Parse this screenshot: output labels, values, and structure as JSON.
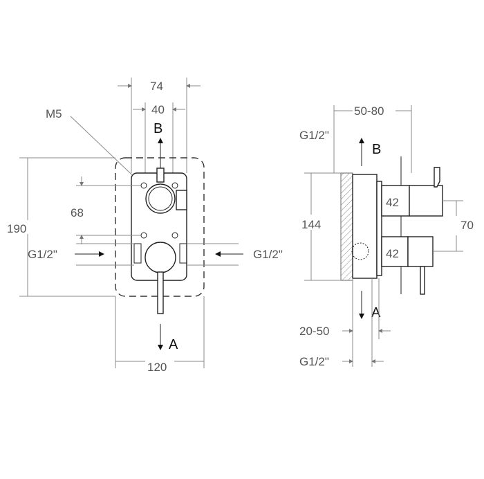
{
  "front_view": {
    "width_74": "74",
    "width_40": "40",
    "label_m5": "M5",
    "outlet_b": "B",
    "height_190": "190",
    "spacing_68": "68",
    "inlet_left": "G1/2\"",
    "inlet_right": "G1/2\"",
    "outlet_a": "A",
    "width_120": "120"
  },
  "side_view": {
    "depth_50_80": "50-80",
    "thread_top": "G1/2\"",
    "outlet_b": "B",
    "height_144": "144",
    "block_upper": "42",
    "block_lower": "42",
    "spacing_70": "70",
    "outlet_a": "A",
    "depth_20_50": "20-50",
    "thread_bottom": "G1/2\""
  }
}
